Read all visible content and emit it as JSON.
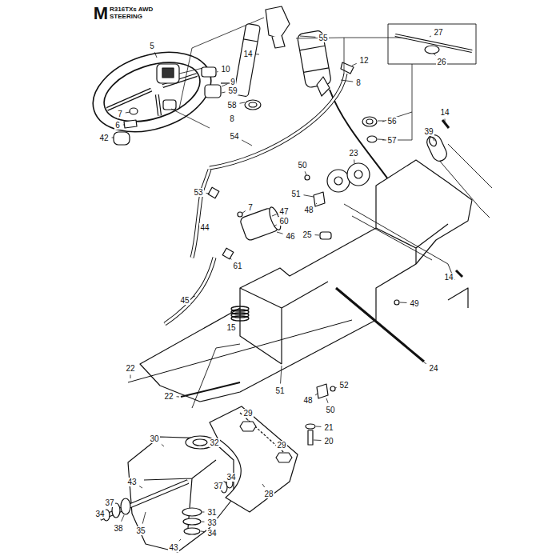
{
  "diagram": {
    "title": "R316TXs AWD STEERING",
    "labels": [
      "M",
      "55",
      "14",
      "8",
      "12",
      "27",
      "26",
      "5",
      "10",
      "9",
      "59",
      "58",
      "8",
      "7",
      "6",
      "42",
      "56",
      "57",
      "54",
      "14",
      "39",
      "53",
      "23",
      "50",
      "51",
      "48",
      "7",
      "47",
      "60",
      "46",
      "44",
      "25",
      "61",
      "45",
      "14",
      "49",
      "15",
      "24",
      "22",
      "22",
      "51",
      "48",
      "52",
      "50",
      "29",
      "21",
      "20",
      "30",
      "32",
      "29",
      "34",
      "37",
      "43",
      "28",
      "37",
      "34",
      "38",
      "35",
      "43",
      "31",
      "33",
      "34"
    ]
  }
}
